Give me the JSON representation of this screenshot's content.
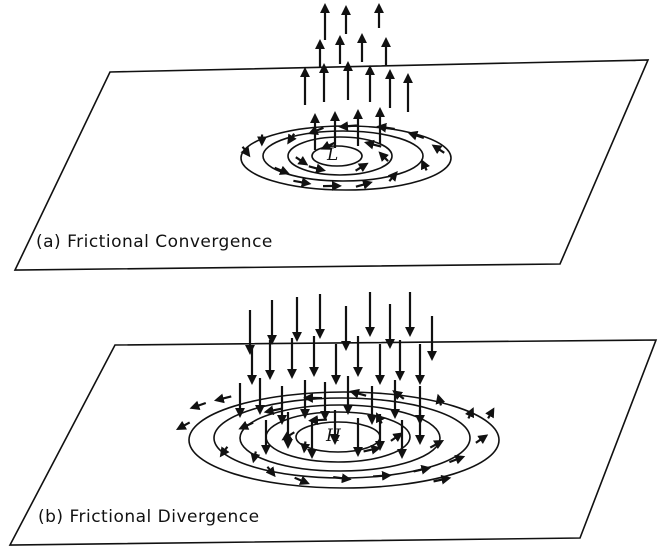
{
  "panel_a": {
    "caption": "(a) Frictional Convergence",
    "center_label": "L"
  },
  "panel_b": {
    "caption": "(b) Frictional Divergence",
    "center_label": "H"
  }
}
